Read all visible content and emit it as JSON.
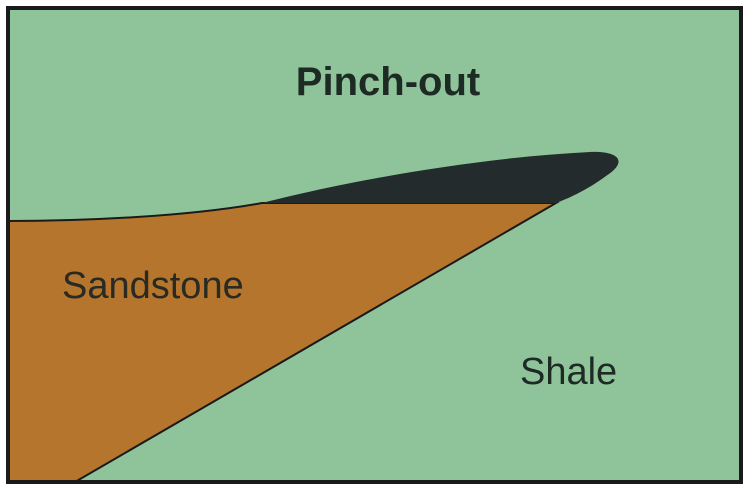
{
  "title": "Pinch-out",
  "labels": {
    "reservoir": "Sandstone",
    "seal": "Shale"
  },
  "colors": {
    "shale": "#8fc49a",
    "sandstone": "#b5752d",
    "petroleum": "#232b2c",
    "border": "#1a1a1a",
    "text": "#1e2a24"
  }
}
